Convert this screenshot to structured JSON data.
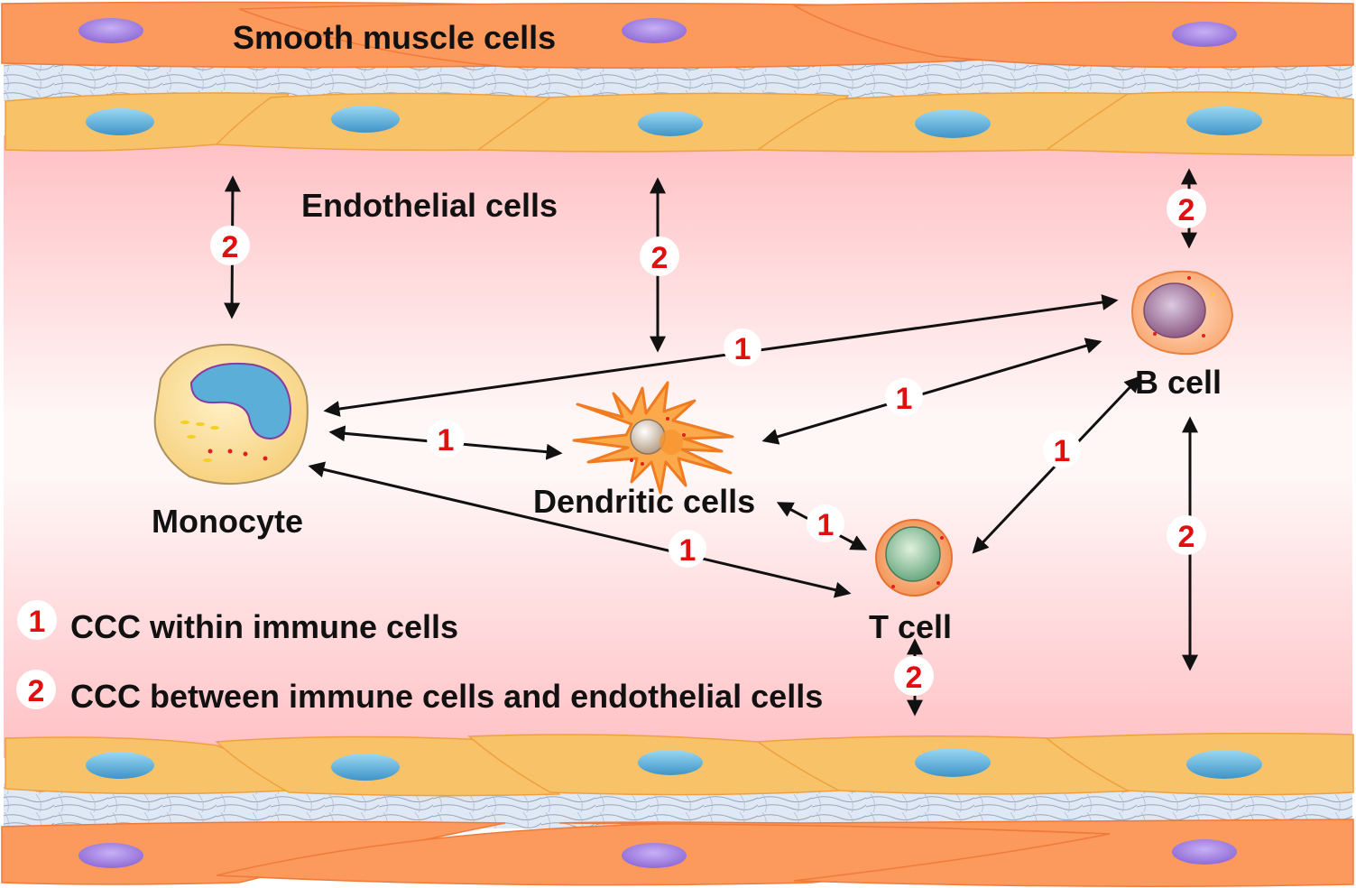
{
  "labels": {
    "smooth_muscle": "Smooth muscle cells",
    "endothelial": "Endothelial cells",
    "monocyte": "Monocyte",
    "dendritic": "Dendritic cells",
    "b_cell": "B cell",
    "t_cell": "T cell"
  },
  "legend": [
    {
      "number": "1",
      "text": "CCC within immune cells"
    },
    {
      "number": "2",
      "text": "CCC between immune cells and endothelial cells"
    }
  ],
  "badges": {
    "one": "1",
    "two": "2"
  },
  "colors": {
    "smooth_muscle": "#fb9a5c",
    "smooth_muscle_nucleus": "#a07ee0",
    "endothelial": "#f8c268",
    "endothelial_nucleus": "#5fb6e0",
    "lumen_edge": "#ffb8bc",
    "lumen_center": "#fffafa",
    "badge_number": "#e01010",
    "arrow": "#111111"
  },
  "icons": {
    "monocyte": "monocyte-cell-icon",
    "dendritic": "dendritic-cell-icon",
    "b_cell": "b-cell-icon",
    "t_cell": "t-cell-icon"
  }
}
